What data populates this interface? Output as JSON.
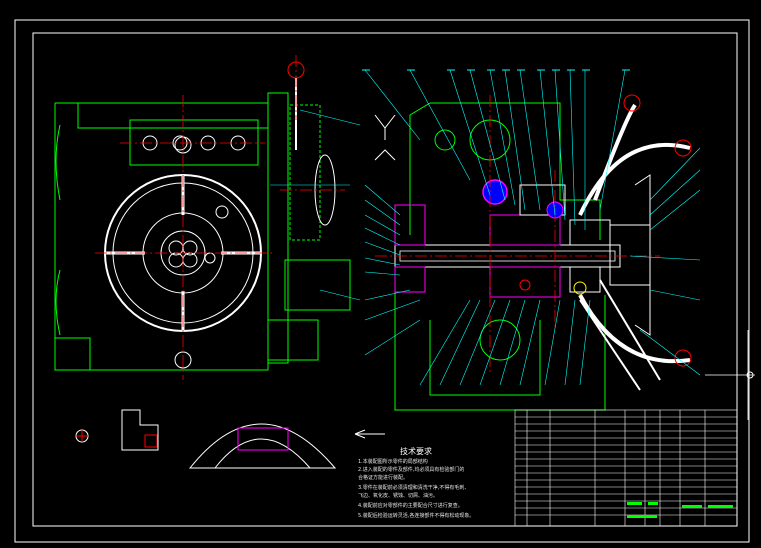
{
  "notes": {
    "title": "技术要求",
    "lines": [
      "1.本装配图所示零件的局部结构",
      "2.进入装配的零件及部件,均必须具有检验部门的",
      "  合格证方能进行装配。",
      "3.零件在装配前必须清理和清洗干净,不得有毛刺、",
      "  飞边、氧化皮、锈蚀、切屑、油污。",
      "4.装配前应对零部件的主要配合尺寸进行复查。",
      "5.装配后检验运转灵活,各连接部件不得有松动现象。"
    ]
  },
  "colors": {
    "background": "#000000",
    "frame": "#ffffff",
    "outline": "#00ff00",
    "center": "#ff0000",
    "leader": "#00ffff",
    "part": "#ffffff",
    "hatch": "#ff00ff",
    "accent_blue": "#0000ff",
    "accent_yellow": "#ffff00"
  }
}
